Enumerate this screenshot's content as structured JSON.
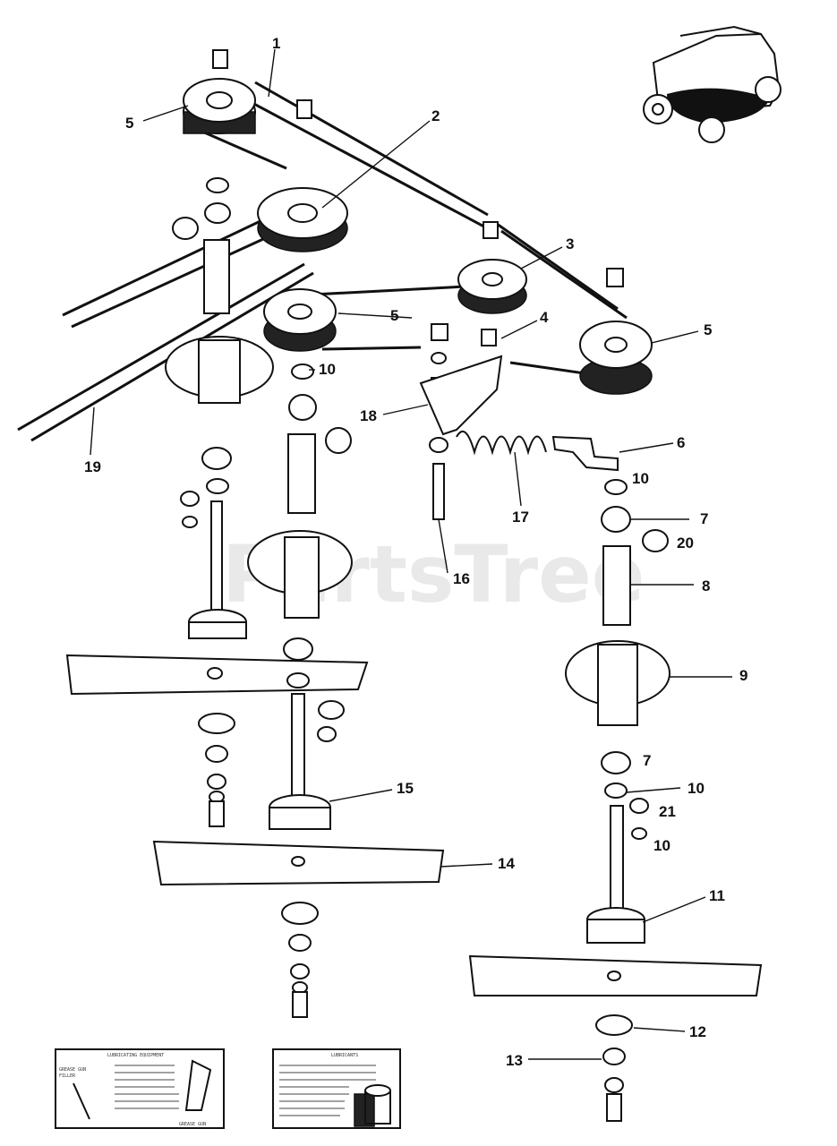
{
  "watermark": "PartsTree",
  "callouts": [
    "1",
    "5",
    "2",
    "3",
    "5",
    "5",
    "4",
    "10",
    "18",
    "6",
    "19",
    "10",
    "17",
    "7",
    "20",
    "16",
    "8",
    "9",
    "15",
    "7",
    "10",
    "21",
    "14",
    "10",
    "11",
    "12",
    "13"
  ],
  "inset_lubricating": {
    "title": "LUBRICATING EQUIPMENT",
    "left_label_1": "GREASE GUN",
    "left_label_2": "FILLER",
    "bottom_label": "GREASE GUN"
  },
  "inset_lubricants": {
    "title": "LUBRICANTS"
  },
  "colors": {
    "ink": "#111111",
    "paper": "#ffffff",
    "watermark": "#d8d8d8"
  }
}
